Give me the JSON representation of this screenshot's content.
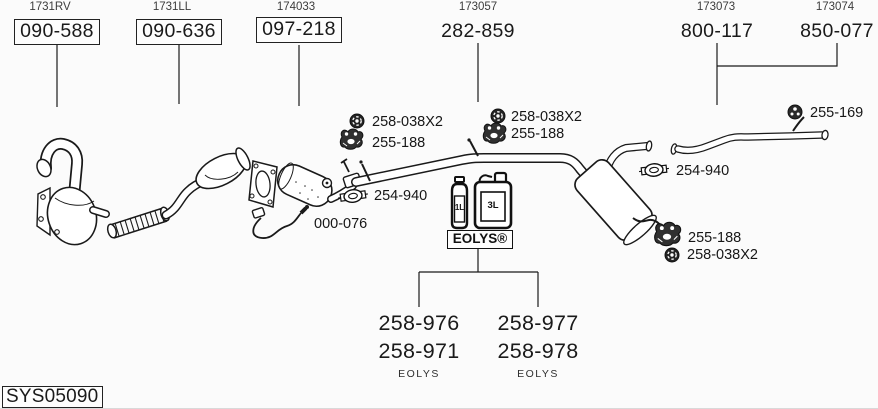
{
  "top_groups": [
    {
      "ref": "1731RV",
      "part": "090-588"
    },
    {
      "ref": "1731LL",
      "part": "090-636"
    },
    {
      "ref": "174033",
      "part": "097-218"
    },
    {
      "ref": "173057",
      "part": "282-859"
    },
    {
      "ref": "173073",
      "part": "800-117"
    },
    {
      "ref": "173074",
      "part": "850-077"
    }
  ],
  "hardware": {
    "nut": "258-038X2",
    "hanger": "255-188",
    "clamp": "254-940",
    "sensor": "000-076",
    "grommet": "255-169"
  },
  "additive": {
    "brand_boxed": "EOLYS®",
    "brand": "EOLYS",
    "bottle_small": "1L",
    "bottle_large": "3L",
    "left_options": [
      "258-976",
      "258-971"
    ],
    "right_options": [
      "258-977",
      "258-978"
    ]
  },
  "diagram_code": "SYS05090"
}
